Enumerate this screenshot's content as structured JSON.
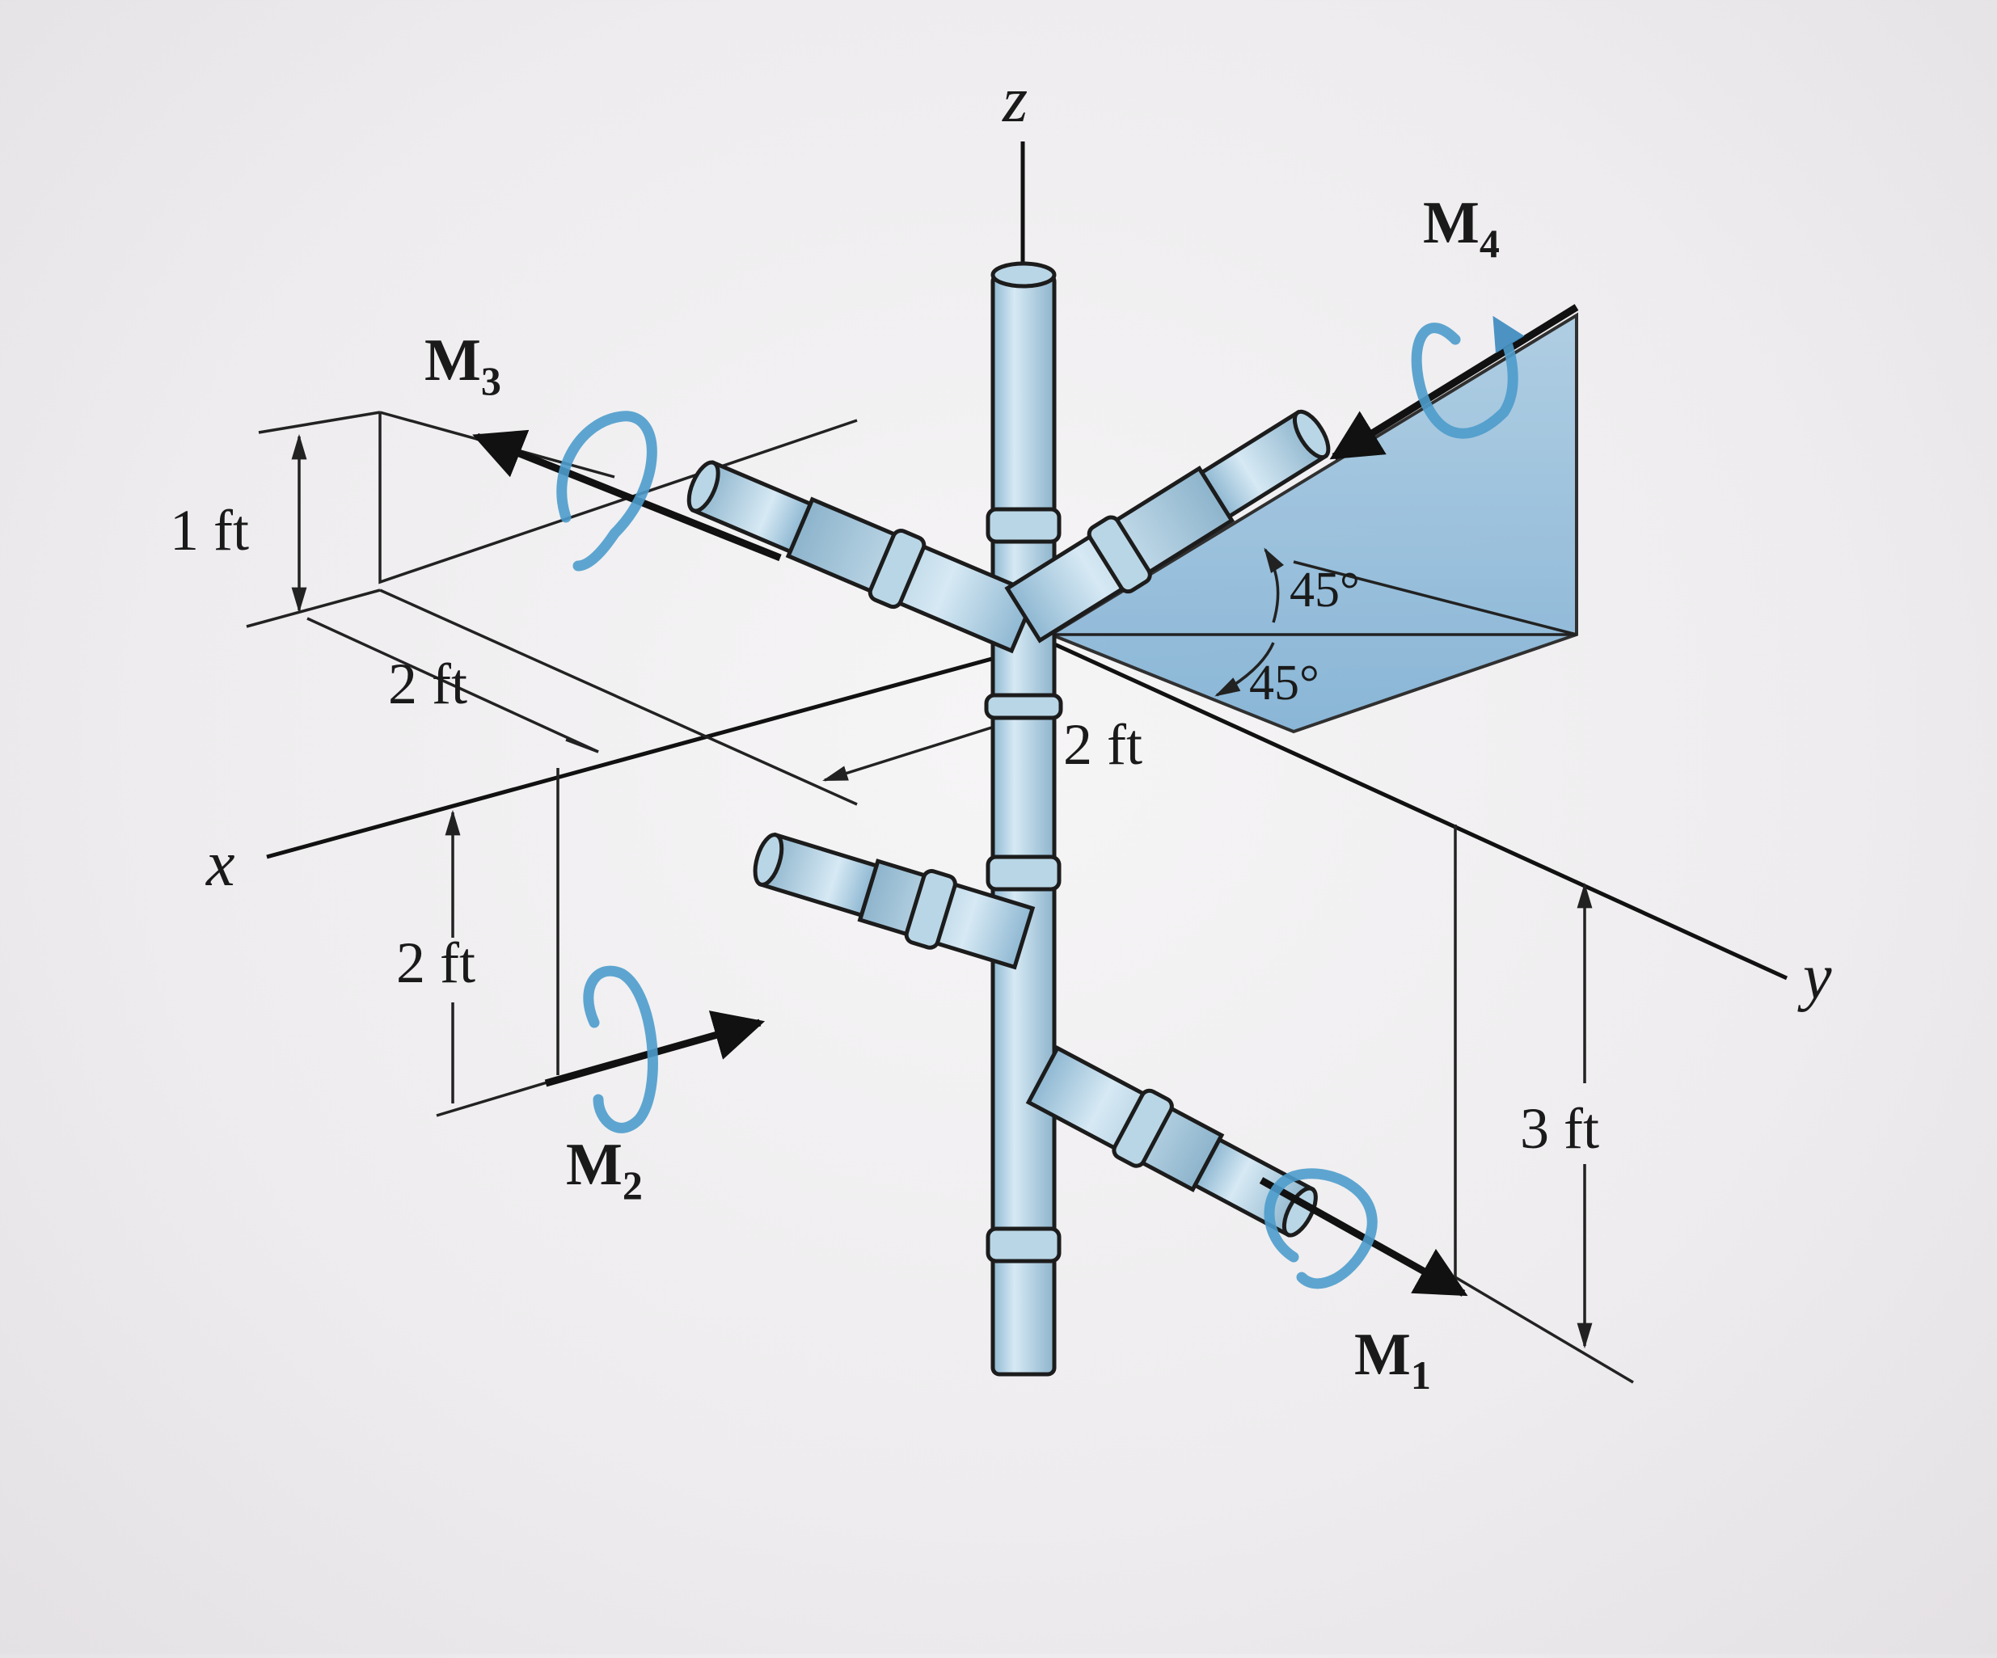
{
  "axes": {
    "x": "x",
    "y": "y",
    "z": "z"
  },
  "moments": {
    "m1": {
      "main": "M",
      "sub": "1"
    },
    "m2": {
      "main": "M",
      "sub": "2"
    },
    "m3": {
      "main": "M",
      "sub": "3"
    },
    "m4": {
      "main": "M",
      "sub": "4"
    }
  },
  "dimensions": {
    "d_1ft": "1 ft",
    "d_2ft_top": "2 ft",
    "d_2ft_mid": "2 ft",
    "d_2ft_left": "2 ft",
    "d_3ft": "3 ft"
  },
  "angles": {
    "a1": "45°",
    "a2": "45°"
  },
  "colors": {
    "pipe": "#a9cbe0",
    "plane": "#8fb9d8",
    "curl_arrow": "#4d9ccc"
  }
}
